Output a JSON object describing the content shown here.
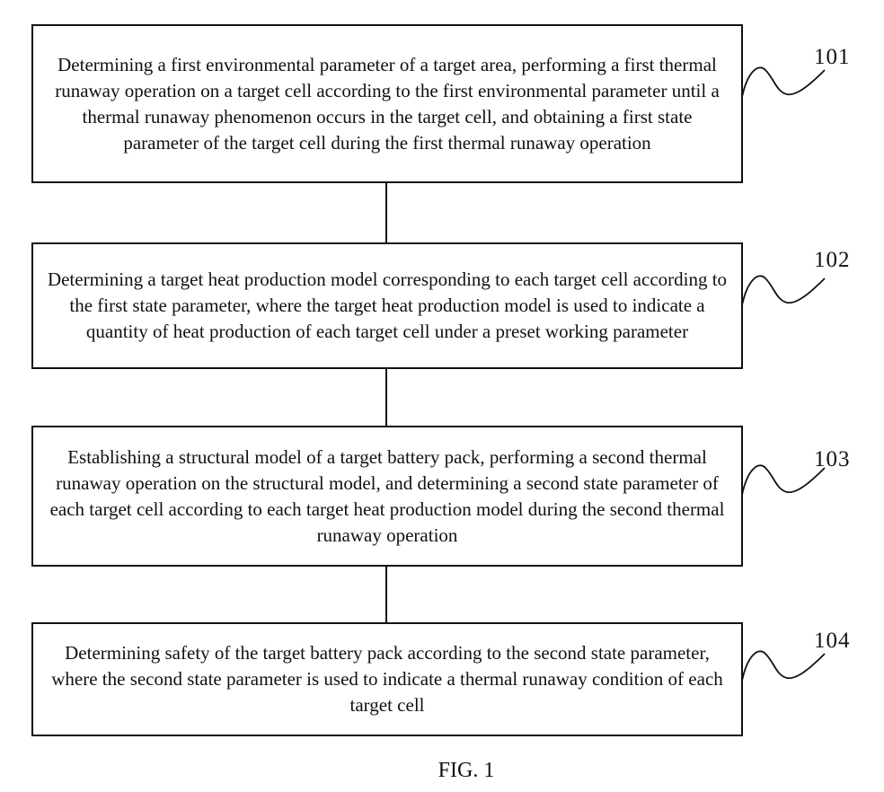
{
  "figure": {
    "caption": "FIG. 1",
    "colors": {
      "ink": "#111111",
      "background": "#ffffff"
    },
    "steps": [
      {
        "id": "101",
        "text": "Determining a first environmental parameter of a target area, performing a first thermal runaway operation on a target cell according to the first environmental parameter until a thermal runaway phenomenon occurs in the target cell, and obtaining a first state parameter of the target cell during the first thermal runaway operation"
      },
      {
        "id": "102",
        "text": "Determining a target heat production model corresponding to each target cell according to the first state parameter, where the target heat production model is used to indicate a quantity of heat production of each target cell under a preset working parameter"
      },
      {
        "id": "103",
        "text": "Establishing a structural model of a target battery pack, performing a second thermal runaway operation on the structural model, and determining a second state parameter of each target cell according to each target heat production model during the second thermal runaway operation"
      },
      {
        "id": "104",
        "text": "Determining safety of the target battery pack according to the second state parameter, where the second state parameter is used to indicate a thermal runaway condition of each target cell"
      }
    ]
  }
}
